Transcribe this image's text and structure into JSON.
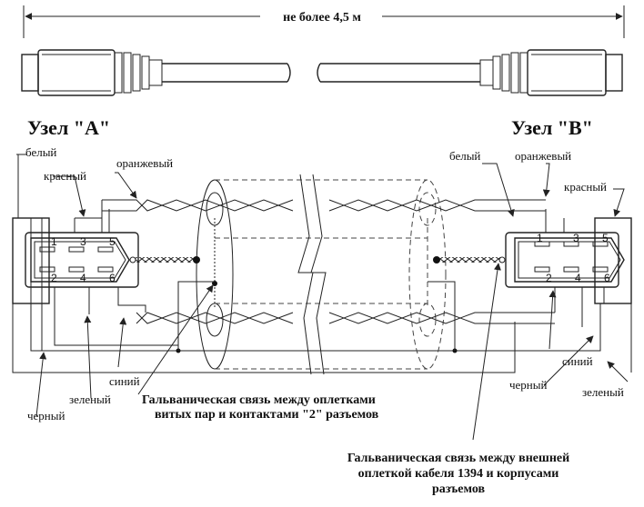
{
  "dimension_label": "не более 4,5 м",
  "node_a": {
    "title": "Узел \"A\"",
    "wires": {
      "white": "белый",
      "red": "красный",
      "orange": "оранжевый",
      "blue": "синий",
      "green": "зеленый",
      "black": "черный"
    },
    "pins": [
      "1",
      "3",
      "5",
      "2",
      "4",
      "6"
    ]
  },
  "node_b": {
    "title": "Узел \"B\"",
    "wires": {
      "white": "белый",
      "orange": "оранжевый",
      "red": "красный",
      "blue": "синий",
      "black": "черный",
      "green": "зеленый"
    },
    "pins": [
      "1",
      "3",
      "5",
      "2",
      "4",
      "6"
    ]
  },
  "notes": {
    "pairs_line1": "Гальваническая связь между оплетками",
    "pairs_line2": "витых пар и контактами \"2\" разъемов",
    "shield_line1": "Гальваническая связь между внешней",
    "shield_line2": "оплеткой кабеля 1394 и корпусами",
    "shield_line3": "разъемов"
  }
}
